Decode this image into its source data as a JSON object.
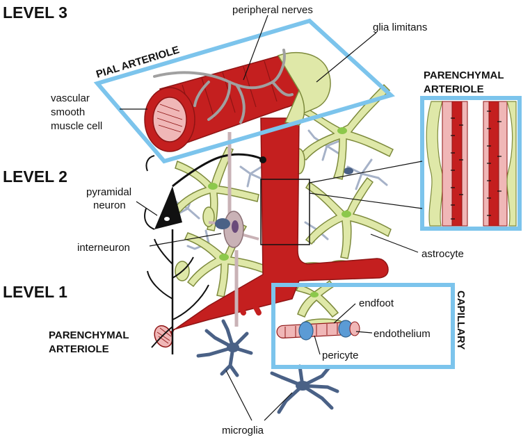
{
  "levels": {
    "level3": "LEVEL 3",
    "level2": "LEVEL 2",
    "level1": "LEVEL 1"
  },
  "labels": {
    "peripheral_nerves": "peripheral nerves",
    "glia_limitans": "glia limitans",
    "pial_arteriole": "PIAL ARTERIOLE",
    "vsmc_line1": "vascular",
    "vsmc_line2": "smooth",
    "vsmc_line3": "muscle cell",
    "parenchymal_inset_line1": "PARENCHYMAL",
    "parenchymal_inset_line2": "ARTERIOLE",
    "pyramidal_line1": "pyramidal",
    "pyramidal_line2": "neuron",
    "interneuron": "interneuron",
    "astrocyte": "astrocyte",
    "endfoot": "endfoot",
    "endothelium": "endothelium",
    "pericyte": "pericyte",
    "capillary": "CAPILLARY",
    "parenchymal_line1": "PARENCHYMAL",
    "parenchymal_line2": "ARTERIOLE",
    "microglia": "microglia"
  },
  "colors": {
    "highlight_box": "#7cc4ec",
    "vessel_red": "#c41f1f",
    "vessel_dark": "#8e1414",
    "astrocyte_fill": "#dfe8a8",
    "astrocyte_stroke": "#7d8a3c",
    "astro_nucleus": "#8cc84b",
    "microglia": "#4a6186",
    "microglia_light": "#a6b2c8",
    "pericyte_blue": "#5b9bd5",
    "endothelium_pink": "#f0b7b7",
    "neuron_black": "#111111",
    "interneuron_fill": "#c9b2b6",
    "nerve_grey": "#a0a0a0"
  }
}
